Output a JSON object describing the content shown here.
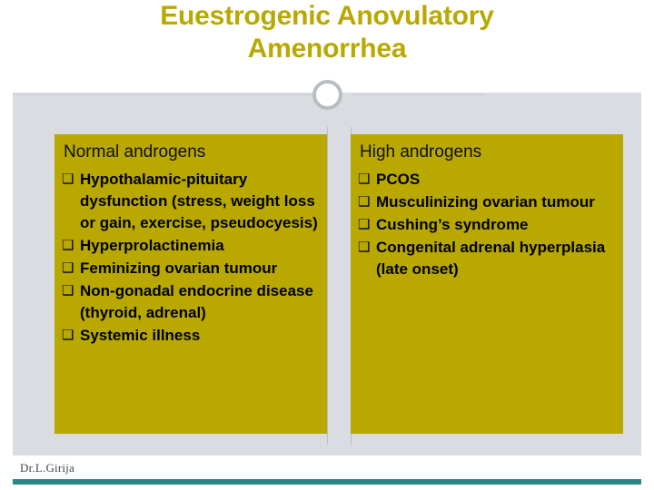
{
  "slide": {
    "title": "Euestrogenic Anovulatory\nAmenorrhea",
    "footer_note": "Dr.L.Girija",
    "colors": {
      "title": "#b8a800",
      "panel": "#d9dde2",
      "column_block": "#b8a800",
      "bottom_bar": "#27868a"
    },
    "decorations": {
      "circle": "circle-outline-decoration",
      "rule": "horizontal-divider"
    },
    "columns": [
      {
        "heading": "Normal androgens",
        "bullet_glyph": "❑",
        "items": [
          "Hypothalamic-pituitary dysfunction (stress, weight loss or gain, exercise, pseudocyesis)",
          "Hyperprolactinemia",
          "Feminizing ovarian tumour",
          "Non-gonadal endocrine disease (thyroid, adrenal)",
          "Systemic illness"
        ]
      },
      {
        "heading": "High androgens",
        "bullet_glyph": "❑",
        "items": [
          "PCOS",
          "Musculinizing ovarian tumour",
          "Cushing’s syndrome",
          "Congenital adrenal hyperplasia (late onset)"
        ]
      }
    ]
  }
}
